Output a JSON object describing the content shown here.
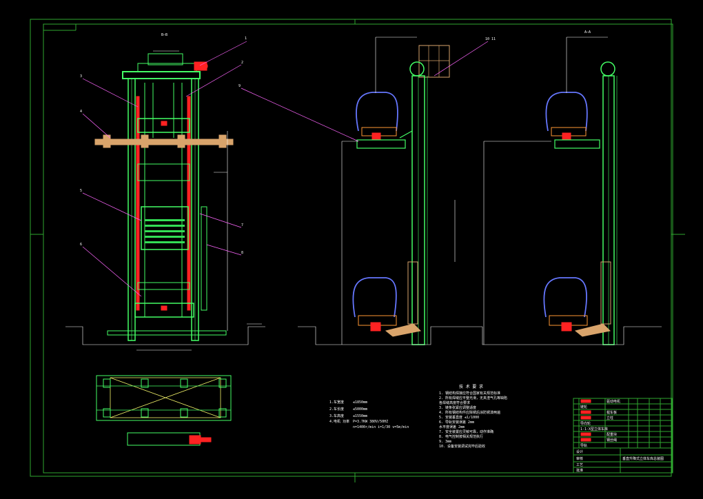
{
  "drawing": {
    "section_a_label": "A—A",
    "section_b_label": "B—B",
    "notes_title": "技 术 要 求",
    "callouts_left": [
      "1",
      "2",
      "3",
      "4",
      "5",
      "6",
      "7",
      "8",
      "9"
    ],
    "callout_mid": "10 11",
    "params": [
      {
        "k": "1.车宽度",
        "v": "≤1850mm"
      },
      {
        "k": "2.车长度",
        "v": "≤5000mm"
      },
      {
        "k": "3.车高度",
        "v": "≤1550mm"
      },
      {
        "k": "4.电机 功率",
        "v": "P=3.7KW  380V/50HZ"
      },
      {
        "k": "",
        "v": "n=1400r/min  i=1/30  v=5m/min"
      }
    ],
    "notes": [
      "1. 钢结构焊接应符合国家有关规范标准",
      "2. 所有焊缝应平整光滑，无夹渣气孔等缺陷",
      "   各焊缝高度符合要求",
      "3. 链条张紧应调整适度",
      "4. 所有钢结构件应除锈后涂防锈漆两遍",
      "5. 安装垂直度               ≤1/1000",
      "6. 导轨安装误差              2mm",
      "   水平度误差    2mm",
      "7. 安全装置应灵敏可靠，动作准确",
      "8. 电气控制按相关规范执行",
      "9. 3mm",
      "10. 设备安装调试完毕后验收"
    ],
    "title_block": {
      "rows": [
        "驱动电机",
        "链轮",
        "载车板",
        "立柱",
        "导向轮",
        "1-1-X型立体车库",
        "配重块",
        "钢丝绳",
        "导轨"
      ],
      "bottom": [
        "设计",
        "审核",
        "工艺",
        "批准"
      ],
      "drawing_title": "垂直升降式立体车库总装图"
    },
    "colors": {
      "frame": "#2fa82f",
      "steel": "#44ff66",
      "motor": "#ff2222",
      "beam": "#d9a46b",
      "leader": "#ff66ff",
      "car": "#6677ff"
    }
  }
}
